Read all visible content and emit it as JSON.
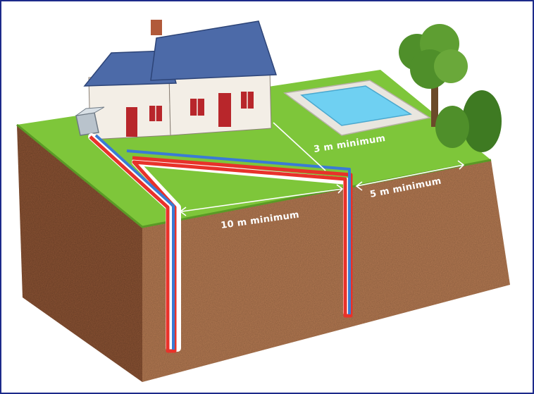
{
  "diagram": {
    "labels": {
      "distance_pool": "3 m minimum",
      "distance_boreholes": "10 m minimum",
      "distance_trees": "5 m minimum"
    },
    "colors": {
      "frame": "#1c2a8a",
      "grass": "#7ec63a",
      "soil_front": "#b57a52",
      "soil_side": "#8f5535",
      "pipe_supply": "#e8322a",
      "pipe_return": "#3a7bd5",
      "pool_water": "#6fd0f2",
      "roof": "#4c6aa8",
      "house_wall": "#f3eee6",
      "door": "#b8262b",
      "tree": "#4f8f2a"
    },
    "icons": [
      "house-icon",
      "heat-pump-unit-icon",
      "swimming-pool-icon",
      "tree-icon",
      "shrub-icon",
      "geothermal-probe-icon"
    ]
  }
}
